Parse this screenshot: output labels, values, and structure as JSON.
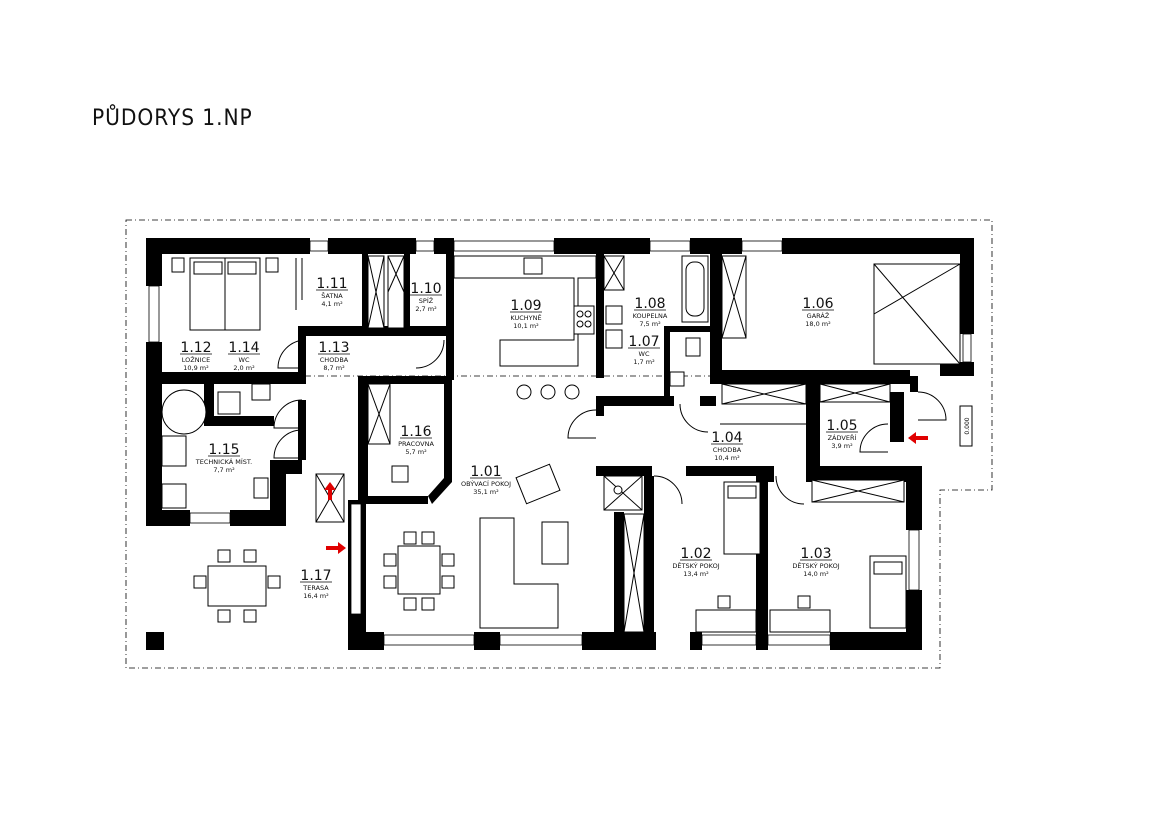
{
  "title": "PŮDORYS 1.NP",
  "rooms": [
    {
      "id": "1.01",
      "name": "OBÝVACÍ POKOJ",
      "area": "35,1 m²"
    },
    {
      "id": "1.02",
      "name": "DĚTSKÝ POKOJ",
      "area": "13,4 m²"
    },
    {
      "id": "1.03",
      "name": "DĚTSKÝ POKOJ",
      "area": "14,0 m²"
    },
    {
      "id": "1.04",
      "name": "CHODBA",
      "area": "10,4 m²"
    },
    {
      "id": "1.05",
      "name": "ZÁDVEŘÍ",
      "area": "3,9 m²"
    },
    {
      "id": "1.06",
      "name": "GARÁŽ",
      "area": "18,0 m²"
    },
    {
      "id": "1.07",
      "name": "WC",
      "area": "1,7 m²"
    },
    {
      "id": "1.08",
      "name": "KOUPELNA",
      "area": "7,5 m²"
    },
    {
      "id": "1.09",
      "name": "KUCHYNĚ",
      "area": "10,1 m²"
    },
    {
      "id": "1.10",
      "name": "SPÍŽ",
      "area": "2,7 m²"
    },
    {
      "id": "1.11",
      "name": "ŠATNA",
      "area": "4,1 m²"
    },
    {
      "id": "1.12",
      "name": "LOŽNICE",
      "area": "10,9 m²"
    },
    {
      "id": "1.13",
      "name": "CHODBA",
      "area": "8,7 m²"
    },
    {
      "id": "1.14",
      "name": "WC",
      "area": "2,0 m²"
    },
    {
      "id": "1.15",
      "name": "TECHNICKÁ MÍST.",
      "area": "7,7 m²"
    },
    {
      "id": "1.16",
      "name": "PRACOVNA",
      "area": "5,7 m²"
    },
    {
      "id": "1.17",
      "name": "TERASA",
      "area": "16,4 m²"
    }
  ],
  "level_marker": "0.000",
  "colors": {
    "walls": "#000000",
    "arrows": "#e00000",
    "background": "#ffffff"
  },
  "icons": [
    "entrance-arrow-icon",
    "terrace-arrow-icon",
    "staircase-arrow-icon"
  ]
}
